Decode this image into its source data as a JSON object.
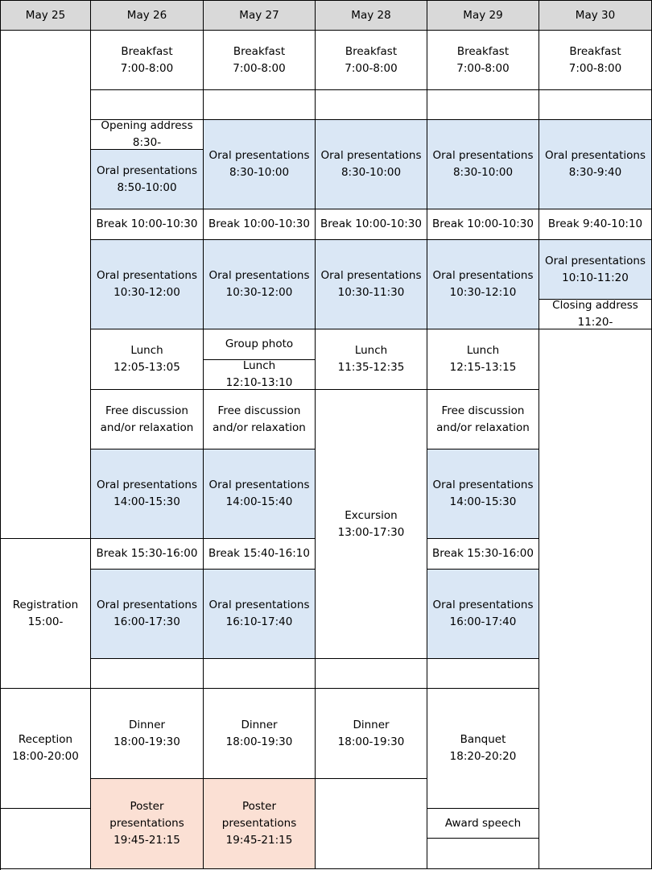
{
  "headers": [
    "May 25",
    "May 26",
    "May 27",
    "May 28",
    "May 29",
    "May 30"
  ],
  "may25": {
    "registration": [
      "Registration",
      "15:00-"
    ],
    "reception": [
      "Reception",
      "18:00-20:00"
    ]
  },
  "may26": {
    "breakfast": [
      "Breakfast",
      "7:00-8:00"
    ],
    "opening": [
      "Opening address",
      "8:30-"
    ],
    "oral1": [
      "Oral presentations",
      "8:50-10:00"
    ],
    "break1": [
      "Break 10:00-10:30"
    ],
    "oral2": [
      "Oral presentations",
      "10:30-12:00"
    ],
    "lunch": [
      "Lunch",
      "12:05-13:05"
    ],
    "free": [
      "Free discussion",
      "and/or relaxation"
    ],
    "oral3": [
      "Oral presentations",
      "14:00-15:30"
    ],
    "break2": [
      "Break 15:30-16:00"
    ],
    "oral4": [
      "Oral presentations",
      "16:00-17:30"
    ],
    "dinner": [
      "Dinner",
      "18:00-19:30"
    ],
    "poster": [
      "Poster",
      "presentations",
      "19:45-21:15"
    ]
  },
  "may27": {
    "breakfast": [
      "Breakfast",
      "7:00-8:00"
    ],
    "oral1": [
      "Oral presentations",
      "8:30-10:00"
    ],
    "break1": [
      "Break 10:00-10:30"
    ],
    "oral2": [
      "Oral presentations",
      "10:30-12:00"
    ],
    "photo": [
      "Group photo"
    ],
    "lunch": [
      "Lunch",
      "12:10-13:10"
    ],
    "free": [
      "Free discussion",
      "and/or relaxation"
    ],
    "oral3": [
      "Oral presentations",
      "14:00-15:40"
    ],
    "break2": [
      "Break 15:40-16:10"
    ],
    "oral4": [
      "Oral presentations",
      "16:10-17:40"
    ],
    "dinner": [
      "Dinner",
      "18:00-19:30"
    ],
    "poster": [
      "Poster",
      "presentations",
      "19:45-21:15"
    ]
  },
  "may28": {
    "breakfast": [
      "Breakfast",
      "7:00-8:00"
    ],
    "oral1": [
      "Oral presentations",
      "8:30-10:00"
    ],
    "break1": [
      "Break 10:00-10:30"
    ],
    "oral2": [
      "Oral presentations",
      "10:30-11:30"
    ],
    "lunch": [
      "Lunch",
      "11:35-12:35"
    ],
    "excursion": [
      "Excursion",
      "13:00-17:30"
    ],
    "dinner": [
      "Dinner",
      "18:00-19:30"
    ]
  },
  "may29": {
    "breakfast": [
      "Breakfast",
      "7:00-8:00"
    ],
    "oral1": [
      "Oral presentations",
      "8:30-10:00"
    ],
    "break1": [
      "Break 10:00-10:30"
    ],
    "oral2": [
      "Oral presentations",
      "10:30-12:10"
    ],
    "lunch": [
      "Lunch",
      "12:15-13:15"
    ],
    "free": [
      "Free discussion",
      "and/or relaxation"
    ],
    "oral3": [
      "Oral presentations",
      "14:00-15:30"
    ],
    "break2": [
      "Break 15:30-16:00"
    ],
    "oral4": [
      "Oral presentations",
      "16:00-17:40"
    ],
    "banquet": [
      "Banquet",
      "18:20-20:20"
    ],
    "award": [
      "Award speech"
    ]
  },
  "may30": {
    "breakfast": [
      "Breakfast",
      "7:00-8:00"
    ],
    "oral1": [
      "Oral presentations",
      "8:30-9:40"
    ],
    "break1": [
      "Break 9:40-10:10"
    ],
    "oral2": [
      "Oral presentations",
      "10:10-11:20"
    ],
    "closing": [
      "Closing address",
      "11:20-"
    ]
  },
  "colors": {
    "header": "#d9d9d9",
    "oral": "#dae7f5",
    "poster": "#fbe0d4",
    "border": "#000000"
  }
}
